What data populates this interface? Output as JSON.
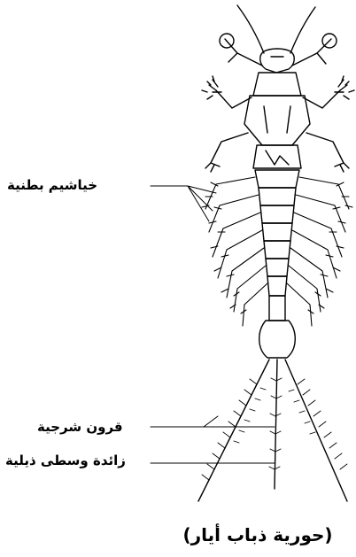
{
  "labels": {
    "abdominal_gills": "خياشيم بطنية",
    "cerci": "قرون شرجية",
    "caudal_filament": "زائدة وسطى ذيلية"
  },
  "caption": "(حورية ذباب أيار)",
  "colors": {
    "ink": "#000000",
    "paper": "#ffffff"
  }
}
